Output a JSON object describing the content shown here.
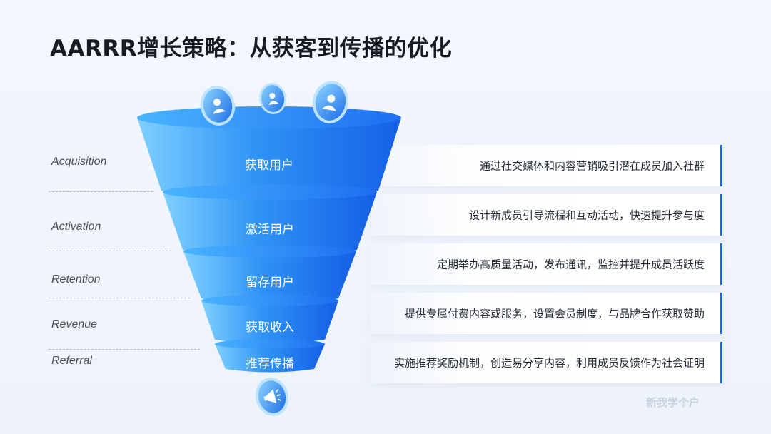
{
  "title": "AARRR增长策略：从获客到传播的优化",
  "stages": [
    {
      "en": "Acquisition",
      "cn": "获取用户",
      "desc": "通过社交媒体和内容营销吸引潜在成员加入社群"
    },
    {
      "en": "Activation",
      "cn": "激活用户",
      "desc": "设计新成员引导流程和互动活动，快速提升参与度"
    },
    {
      "en": "Retention",
      "cn": "留存用户",
      "desc": "定期举办高质量活动，发布通讯，监控并提升成员活跃度"
    },
    {
      "en": "Revenue",
      "cn": "获取收入",
      "desc": "提供专属付费内容或服务，设置会员制度，与品牌合作获取赞助"
    },
    {
      "en": "Referral",
      "cn": "推荐传播",
      "desc": "实施推荐奖励机制，创造易分享内容，利用成员反馈作为社会证明"
    }
  ],
  "icons": {
    "top": [
      "user-icon",
      "user-icon",
      "user-icon"
    ],
    "bottom": "megaphone-icon"
  },
  "colors": {
    "accent": "#1767e8",
    "funnel_light": "#6cc3ff",
    "funnel_dark": "#1a6ff0"
  },
  "watermark": "新我学个户"
}
